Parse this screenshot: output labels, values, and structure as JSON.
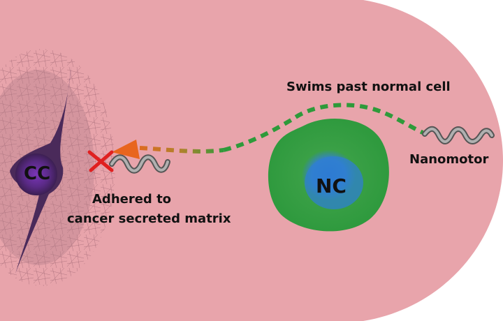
{
  "labels": {
    "swims_past": "Swims past normal cell",
    "nanomotor": "Nanomotor",
    "adhered_line1": "Adhered to",
    "adhered_line2": "cancer secreted matrix",
    "cancer_cell": "CC",
    "normal_cell": "NC"
  },
  "colors": {
    "background_region": "#e8a4ab",
    "cancer_cell_body": "#4a2a5a",
    "cancer_cell_nucleus": "#6a2a9a",
    "normal_cell_body": "#3aa046",
    "normal_cell_nucleus": "#2f7fd0",
    "path_green": "#2e9a3a",
    "path_orange": "#e8651e",
    "cross_red": "#e02020",
    "nanomotor_gray": "#8a8a8a"
  },
  "icons": {
    "nanomotor_left": "helical-nanomotor",
    "nanomotor_right": "helical-nanomotor",
    "blocked_mark": "red-x-mark",
    "path_arrow": "arrowhead"
  }
}
